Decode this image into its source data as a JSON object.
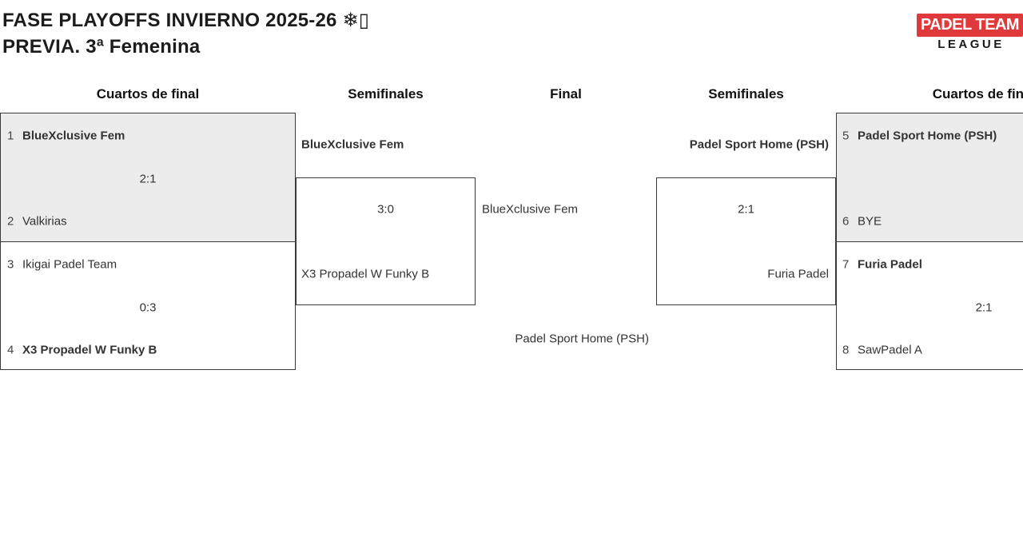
{
  "header": {
    "title_line1": "FASE PLAYOFFS INVIERNO 2025-26 ❄▯",
    "title_line2": "PREVIA. 3ª Femenina",
    "logo": {
      "top": "PADEL TEAM",
      "bottom": "LEAGUE",
      "red": "#e0393b",
      "black": "#1a1a1a"
    }
  },
  "bracket": {
    "round_headers": [
      "Cuartos de final",
      "Semifinales",
      "Final",
      "Semifinales",
      "Cuartos de final"
    ],
    "colors": {
      "box_border": "#3a3a3a",
      "shaded_box_bg": "#ececec",
      "text": "#333333"
    },
    "matches": {
      "qf_left_1": {
        "team1": {
          "seed": "1",
          "name": "BlueXclusive Fem",
          "winner": true
        },
        "team2": {
          "seed": "2",
          "name": "Valkirias",
          "winner": false
        },
        "score": "2:1"
      },
      "qf_left_2": {
        "team1": {
          "seed": "3",
          "name": "Ikigai Padel Team",
          "winner": false
        },
        "team2": {
          "seed": "4",
          "name": "X3 Propadel W Funky B",
          "winner": true
        },
        "score": "0:3"
      },
      "sf_left": {
        "team1": {
          "name": "BlueXclusive Fem",
          "winner": true
        },
        "team2": {
          "name": "X3 Propadel W Funky B",
          "winner": false
        },
        "score": "3:0"
      },
      "final": {
        "team1": {
          "name": "BlueXclusive Fem",
          "winner": false
        },
        "team2": {
          "name": "Padel Sport Home (PSH)",
          "winner": false
        },
        "score": ""
      },
      "sf_right": {
        "team1": {
          "name": "Padel Sport Home (PSH)",
          "winner": true
        },
        "team2": {
          "name": "Furia Padel",
          "winner": false
        },
        "score": "2:1"
      },
      "qf_right_1": {
        "team1": {
          "seed": "5",
          "name": "Padel Sport Home (PSH)",
          "winner": true
        },
        "team2": {
          "seed": "6",
          "name": "BYE",
          "winner": false
        },
        "score": ""
      },
      "qf_right_2": {
        "team1": {
          "seed": "7",
          "name": "Furia Padel",
          "winner": true
        },
        "team2": {
          "seed": "8",
          "name": "SawPadel A",
          "winner": false
        },
        "score": "2:1"
      }
    }
  }
}
